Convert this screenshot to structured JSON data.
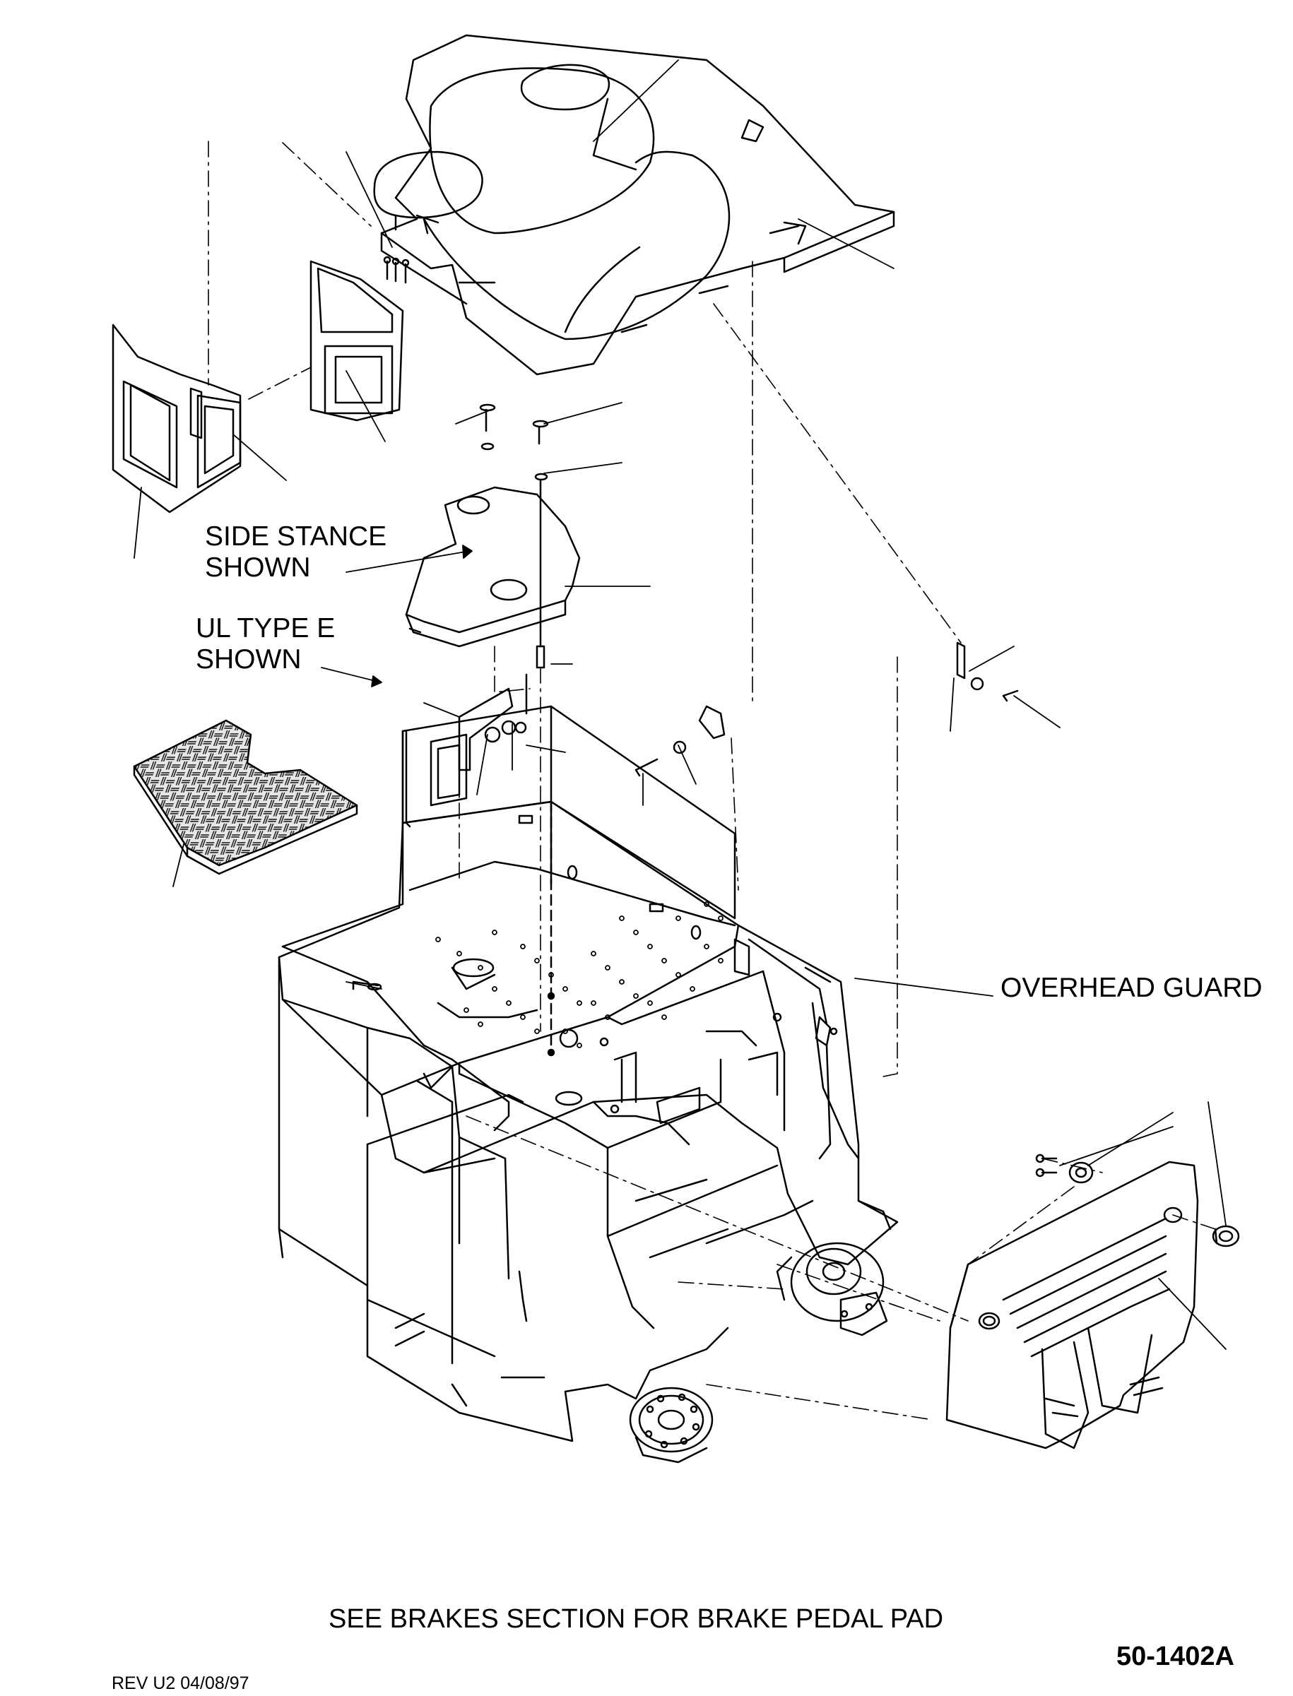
{
  "labels": {
    "side_stance": "SIDE STANCE\nSHOWN",
    "ul_type": "UL TYPE E\nSHOWN",
    "overhead_guard": "OVERHEAD GUARD",
    "brakes_note": "SEE BRAKES SECTION FOR BRAKE PEDAL PAD",
    "drawing_number": "50-1402A",
    "revision": "REV U2 04/08/97"
  },
  "colors": {
    "line": "#000000",
    "background": "#ffffff",
    "mat_fill": "#d9d9d9"
  }
}
